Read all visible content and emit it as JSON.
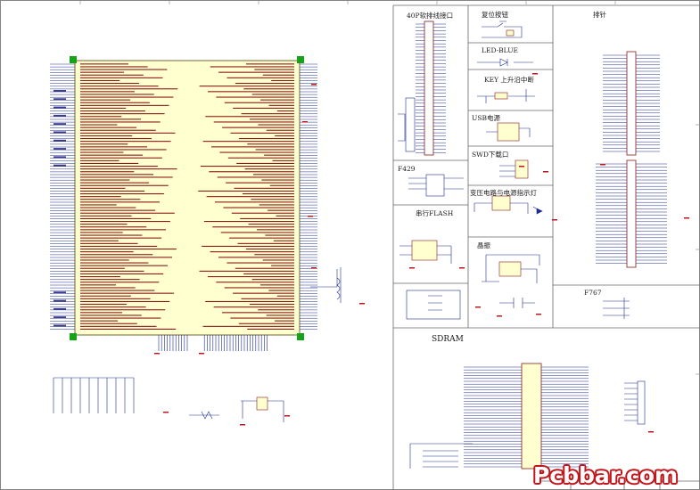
{
  "sections": {
    "header_40p": "40P软排线接口",
    "reset_button": "复位按钮",
    "pin_header": "排针",
    "led_blue": "LED-BLUE",
    "key_interrupt": "KEY 上升沿中断",
    "usb_power": "USB电源",
    "swd_download": "SWD下载口",
    "f429": "F429",
    "regulator_indicator": "变压电路与电源指示灯",
    "serial_flash": "串行FLASH",
    "crystal": "晶振",
    "f767": "F767",
    "sdram": "SDRAM"
  },
  "watermark": "Pcbbar.com",
  "colors": {
    "wire": "#1f2d8c",
    "chip_fill": "#ffffd0",
    "chip_stroke": "#8b1a1a",
    "connector": "#8b1a1a",
    "ground": "#c0171c",
    "green_pad": "#17a317",
    "net_label": "#3a3a8a"
  }
}
